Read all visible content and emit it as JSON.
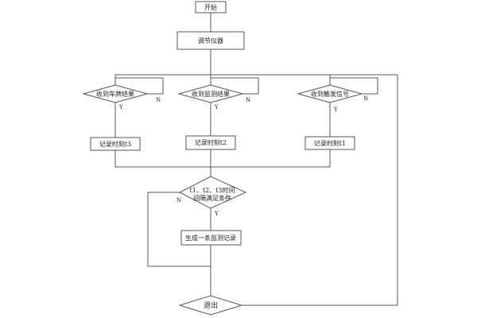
{
  "flowchart": {
    "start": "开始",
    "adjust": "调节仪器",
    "branch_plate": "收到车牌结果",
    "branch_monitor": "收到监测结果",
    "branch_trigger": "收到触发信号",
    "record_t3": "记录时刻t3",
    "record_t2": "记录时刻t2",
    "record_t1": "记录时刻t1",
    "condition_line1": "t1、t2、t3时间",
    "condition_line2": "间隔满足条件",
    "generate": "生成一条监测记录",
    "exit": "退出",
    "yes": "Y",
    "no": "N"
  }
}
